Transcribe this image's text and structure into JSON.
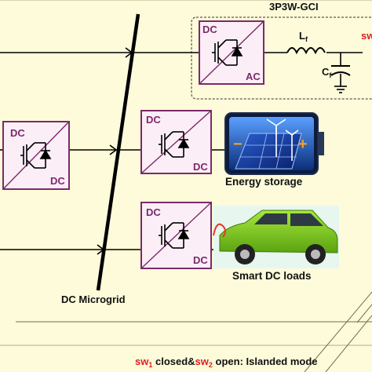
{
  "diagram": {
    "gci_title": "3P3W-GCI",
    "gci_converter": {
      "left": "DC",
      "right": "AC"
    },
    "inductor_label": "L",
    "inductor_sub": "f",
    "capacitor_label": "C",
    "capacitor_sub": "f",
    "switch_partial": "sw",
    "left_converter": {
      "left": "DC",
      "right": "DC"
    },
    "storage_converter": {
      "left": "DC",
      "right": "DC"
    },
    "load_converter": {
      "left": "DC",
      "right": "DC"
    },
    "energy_storage_label": "Energy storage",
    "smart_loads_label": "Smart DC loads",
    "bus_label": "DC Microgrid",
    "mode_caption": {
      "sw1": "sw",
      "sw1_sub": "1",
      "middle": " closed&",
      "sw2": "sw",
      "sw2_sub": "2",
      "tail": " open: Islanded mode"
    },
    "colors": {
      "background": "#fdfbd9",
      "converter_border": "#7b2a6a",
      "converter_fill": "#fbeef7",
      "switch_red": "#e02020",
      "line": "#000000"
    }
  }
}
